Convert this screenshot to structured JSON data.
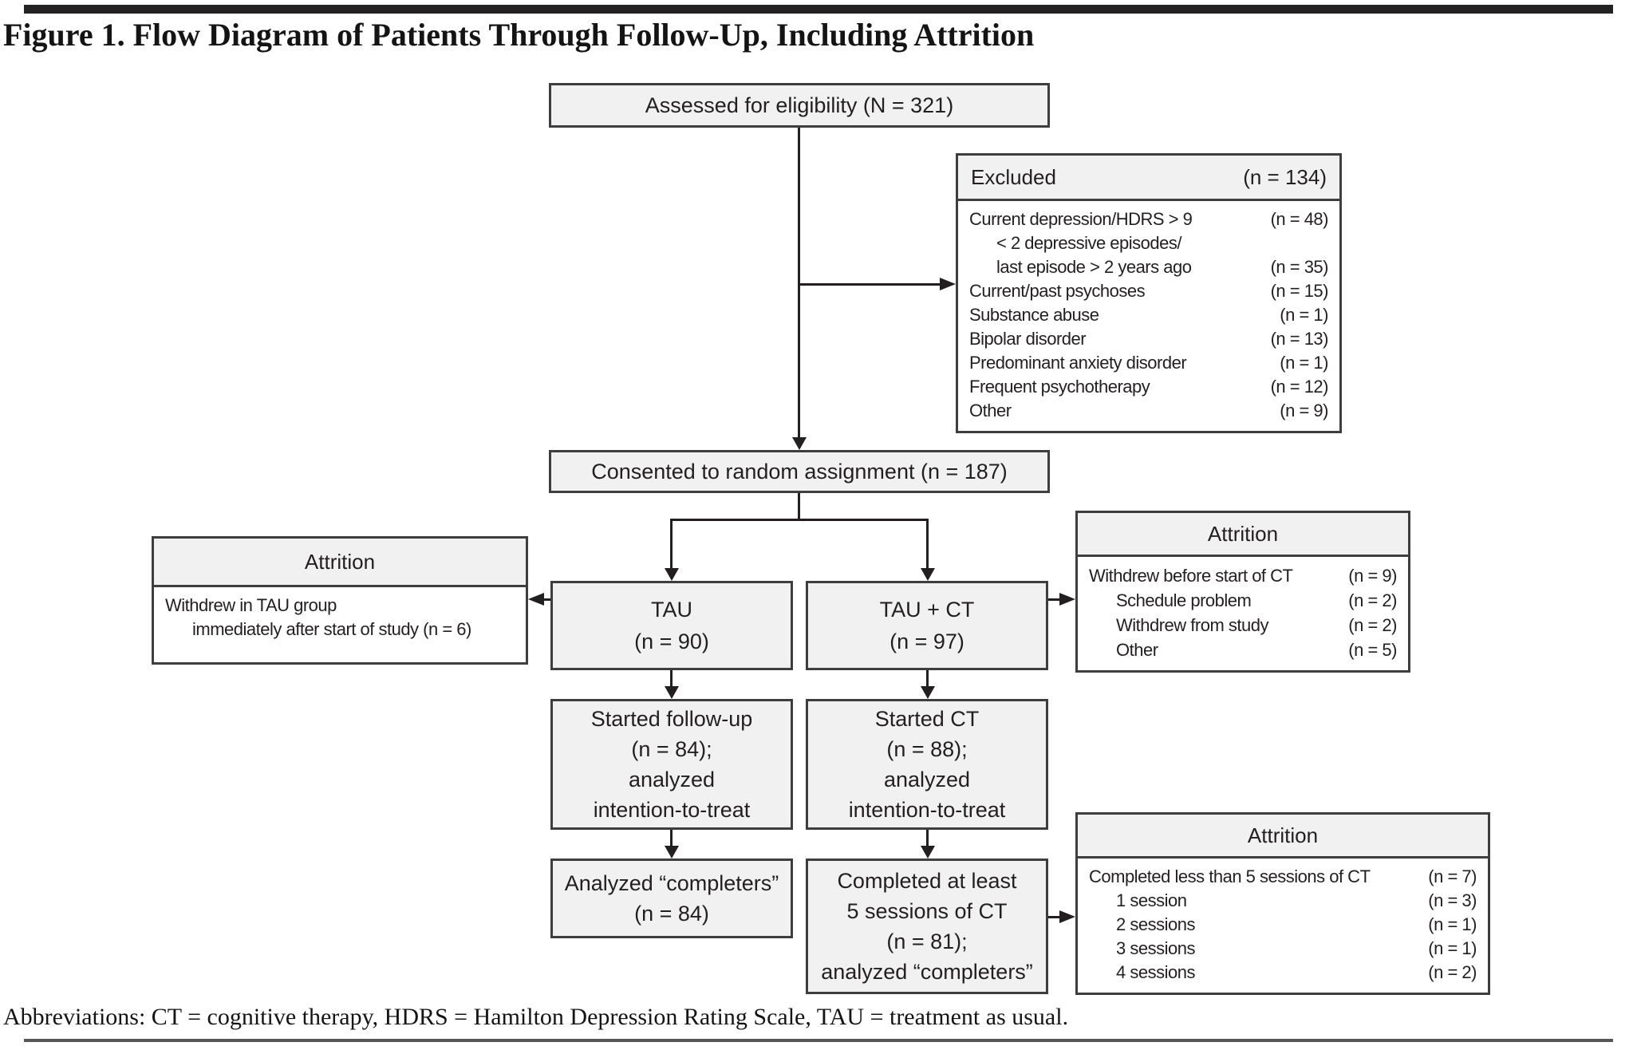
{
  "title": "Figure 1. Flow Diagram of Patients Through Follow-Up, Including Attrition",
  "footer": "Abbreviations: CT = cognitive therapy, HDRS = Hamilton Depression Rating Scale, TAU = treatment as usual.",
  "colors": {
    "box_fill": "#f1f1f2",
    "box_border": "#3e3e40",
    "line": "#231f20",
    "text": "#231f20",
    "top_rule": "#242122",
    "bottom_rule": "#565658"
  },
  "boxes": {
    "assessed": {
      "lines": [
        "Assessed for eligibility (N = 321)"
      ]
    },
    "consented": {
      "lines": [
        "Consented to random assignment (n = 187)"
      ]
    },
    "tau": {
      "lines": [
        "TAU",
        "(n = 90)"
      ]
    },
    "tau_ct": {
      "lines": [
        "TAU + CT",
        "(n = 97)"
      ]
    },
    "started_followup": {
      "lines": [
        "Started follow-up",
        "(n = 84);",
        "analyzed",
        "intention-to-treat"
      ]
    },
    "started_ct": {
      "lines": [
        "Started CT",
        "(n = 88);",
        "analyzed",
        "intention-to-treat"
      ]
    },
    "analyzed_completers": {
      "lines": [
        "Analyzed “completers”",
        "(n = 84)"
      ]
    },
    "completed_ct": {
      "lines": [
        "Completed at least",
        "5 sessions of CT",
        "(n = 81);",
        "analyzed “completers”"
      ]
    },
    "excluded": {
      "header": {
        "label": "Excluded",
        "value": "(n = 134)"
      },
      "rows": [
        {
          "label": "Current depression/HDRS > 9",
          "value": "(n = 48)"
        },
        {
          "label": "< 2 depressive episodes/",
          "value": ""
        },
        {
          "label": "last episode > 2 years ago",
          "value": "(n = 35)"
        },
        {
          "label": "Current/past psychoses",
          "value": "(n = 15)"
        },
        {
          "label": "Substance abuse",
          "value": "(n = 1)"
        },
        {
          "label": "Bipolar disorder",
          "value": "(n = 13)"
        },
        {
          "label": "Predominant anxiety disorder",
          "value": "(n = 1)"
        },
        {
          "label": "Frequent psychotherapy",
          "value": "(n = 12)"
        },
        {
          "label": "Other",
          "value": "(n = 9)"
        }
      ]
    },
    "attrition_tau": {
      "header": "Attrition",
      "rows": [
        {
          "label": "Withdrew in TAU group",
          "value": ""
        },
        {
          "label": "immediately after start of study (n = 6)",
          "value": ""
        }
      ]
    },
    "attrition_ct": {
      "header": "Attrition",
      "rows": [
        {
          "label": "Withdrew before start of CT",
          "value": "(n = 9)"
        },
        {
          "label": "Schedule problem",
          "value": "(n = 2)"
        },
        {
          "label": "Withdrew from study",
          "value": "(n = 2)"
        },
        {
          "label": "Other",
          "value": "(n = 5)"
        }
      ]
    },
    "attrition_sessions": {
      "header": "Attrition",
      "rows": [
        {
          "label": "Completed less than 5 sessions of CT",
          "value": "(n = 7)"
        },
        {
          "label": "1 session",
          "value": "(n = 3)"
        },
        {
          "label": "2 sessions",
          "value": "(n = 1)"
        },
        {
          "label": "3 sessions",
          "value": "(n = 1)"
        },
        {
          "label": "4 sessions",
          "value": "(n = 2)"
        }
      ]
    }
  }
}
